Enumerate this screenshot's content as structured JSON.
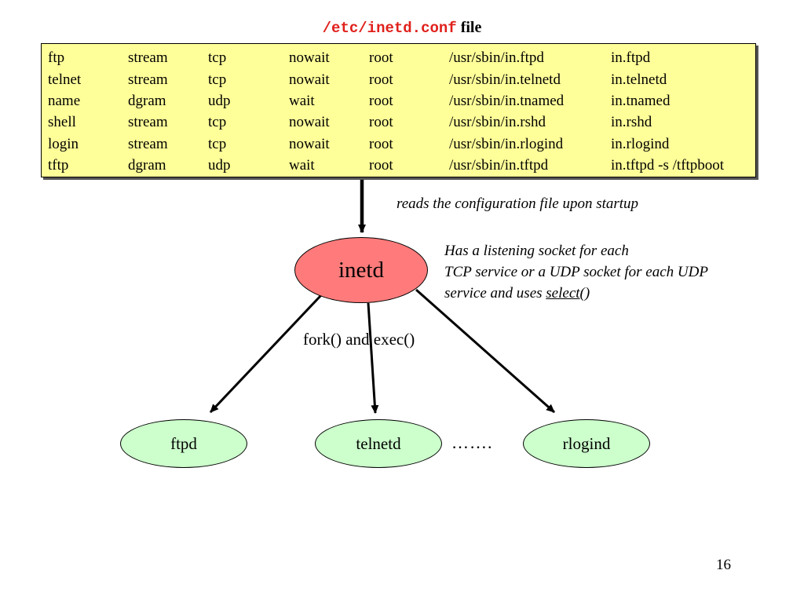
{
  "title": {
    "filename": "/etc/inetd.conf",
    "suffix": "file"
  },
  "conf_rows": [
    [
      "ftp",
      "stream",
      "tcp",
      "nowait",
      "root",
      "/usr/sbin/in.ftpd",
      "in.ftpd"
    ],
    [
      "telnet",
      "stream",
      "tcp",
      "nowait",
      "root",
      "/usr/sbin/in.telnetd",
      "in.telnetd"
    ],
    [
      "name",
      "dgram",
      "udp",
      "wait",
      "root",
      "/usr/sbin/in.tnamed",
      "in.tnamed"
    ],
    [
      "shell",
      "stream",
      "tcp",
      "nowait",
      "root",
      "/usr/sbin/in.rshd",
      "in.rshd"
    ],
    [
      "login",
      "stream",
      "tcp",
      "nowait",
      "root",
      "/usr/sbin/in.rlogind",
      "in.rlogind"
    ],
    [
      "tftp",
      "dgram",
      "udp",
      "wait",
      "root",
      "/usr/sbin/in.tftpd",
      "in.tftpd -s /tftpboot"
    ]
  ],
  "notes": {
    "reads": "reads the configuration file upon startup",
    "listen_line1": "Has a listening socket for each",
    "listen_line2": "TCP service or a UDP socket for each UDP",
    "listen_line3_prefix": "service and uses ",
    "listen_line3_link": "select",
    "listen_line3_suffix": "()"
  },
  "nodes": {
    "inetd": "inetd",
    "ftpd": "ftpd",
    "telnetd": "telnetd",
    "rlogind": "rlogind"
  },
  "fork_label": "fork() and exec()",
  "ellipsis": "…….",
  "page_number": "16",
  "colors": {
    "filename_red": "#e0201b",
    "conf_box_yellow": "#ffff99",
    "inetd_red": "#ff7b7b",
    "child_green": "#ccffcc"
  }
}
